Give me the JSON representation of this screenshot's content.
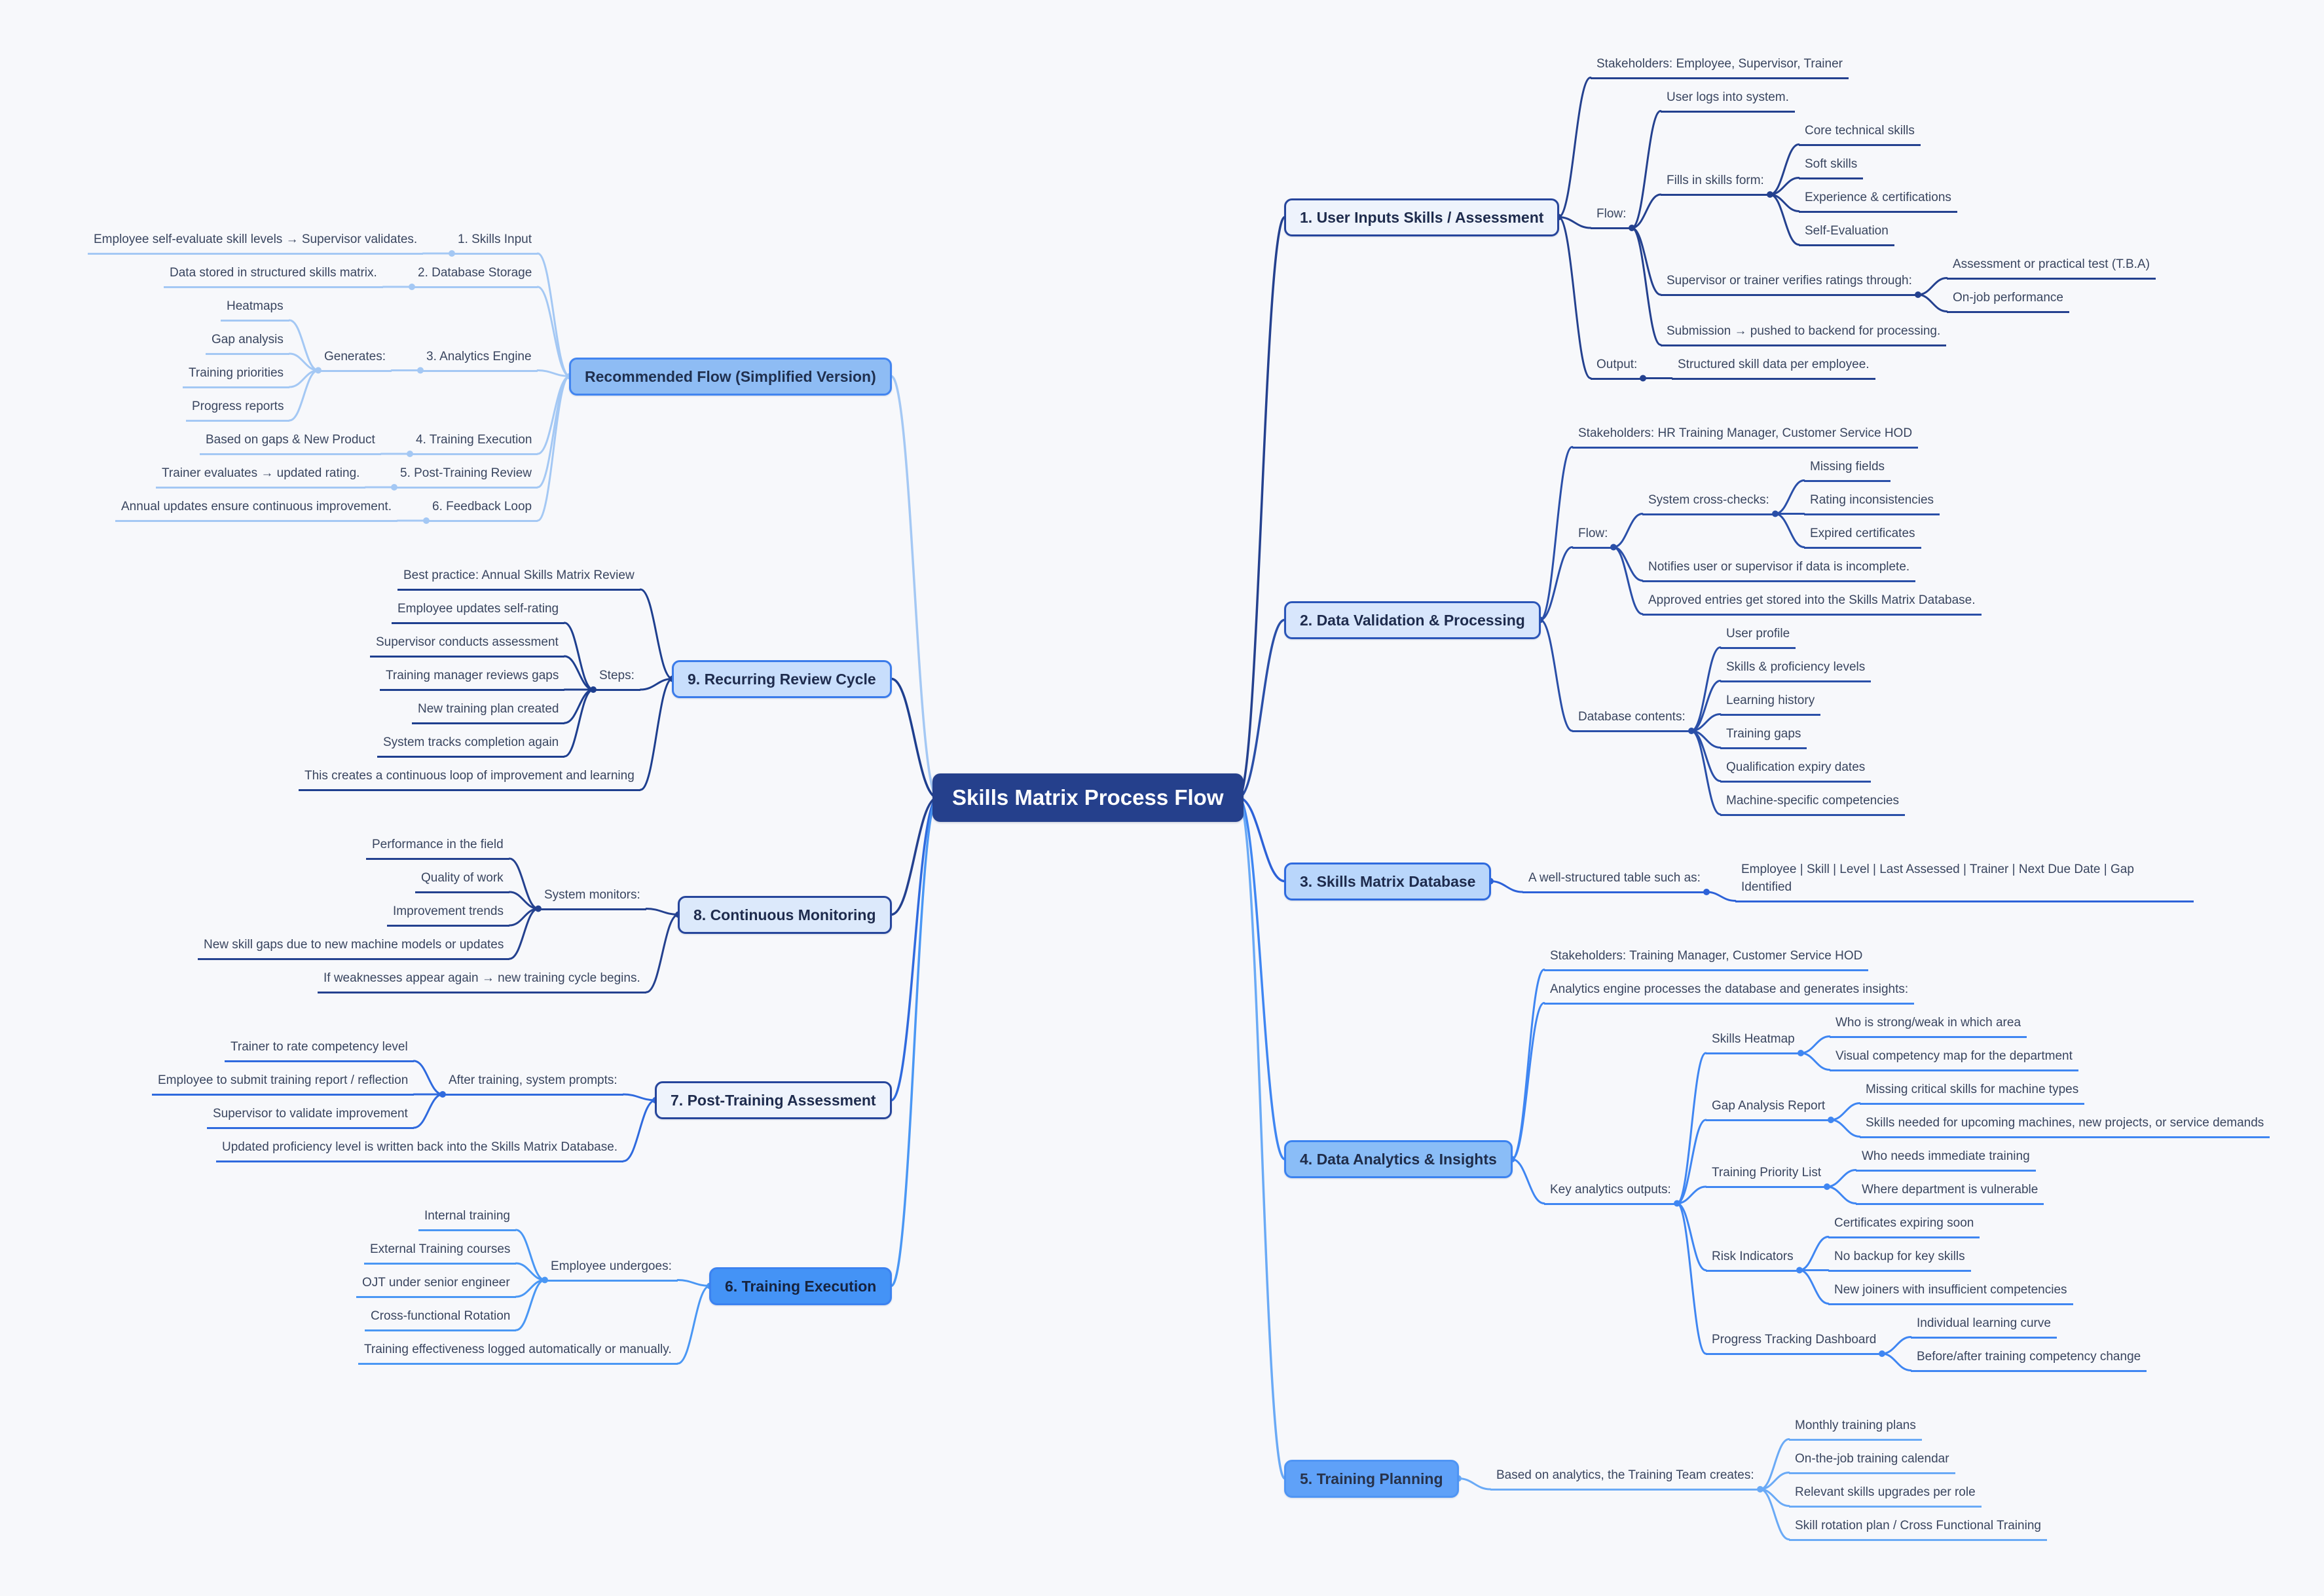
{
  "background_color": "#f7f8fb",
  "root": {
    "label": "Skills Matrix Process Flow",
    "fill": "#25408c",
    "text_color": "#ffffff"
  },
  "right_branches": [
    {
      "label": "1. User Inputs Skills / Assessment",
      "line_color": "#24418f",
      "box_fill": "#eef3fc",
      "box_border": "#26459b",
      "box_text": "#1e2b4d",
      "children": [
        {
          "label": "Stakeholders: Employee, Supervisor, Trainer"
        },
        {
          "label": "Flow:",
          "children": [
            {
              "label": "User logs into system."
            },
            {
              "label": "Fills in skills form:",
              "children": [
                {
                  "label": "Core technical skills"
                },
                {
                  "label": "Soft skills"
                },
                {
                  "label": "Experience & certifications"
                },
                {
                  "label": "Self-Evaluation"
                }
              ]
            },
            {
              "label": "Supervisor or trainer verifies ratings through:",
              "children": [
                {
                  "label": "Assessment or practical test (T.B.A)"
                },
                {
                  "label": "On-job performance"
                }
              ]
            },
            {
              "label": "Submission → pushed to backend for processing."
            }
          ]
        },
        {
          "label": "Output:",
          "children": [
            {
              "label": "Structured skill data per employee."
            }
          ]
        }
      ]
    },
    {
      "label": "2. Data Validation & Processing",
      "line_color": "#2a4fa8",
      "box_fill": "#d8e6fc",
      "box_border": "#2a55b8",
      "box_text": "#1e2b4d",
      "children": [
        {
          "label": "Stakeholders: HR Training Manager, Customer Service HOD"
        },
        {
          "label": "Flow:",
          "children": [
            {
              "label": "System cross-checks:",
              "children": [
                {
                  "label": "Missing fields"
                },
                {
                  "label": "Rating inconsistencies"
                },
                {
                  "label": "Expired certificates"
                }
              ]
            },
            {
              "label": "Notifies user or supervisor if data is incomplete."
            },
            {
              "label": "Approved entries get stored into the Skills Matrix Database."
            }
          ]
        },
        {
          "label": "Database contents:",
          "children": [
            {
              "label": "User profile"
            },
            {
              "label": "Skills & proficiency levels"
            },
            {
              "label": "Learning history"
            },
            {
              "label": "Training gaps"
            },
            {
              "label": "Qualification expiry dates"
            },
            {
              "label": "Machine-specific competencies"
            }
          ]
        }
      ]
    },
    {
      "label": "3. Skills Matrix Database",
      "line_color": "#2d62d8",
      "box_fill": "#b9d6fb",
      "box_border": "#2e6ade",
      "box_text": "#1e2b4d",
      "children": [
        {
          "label": "A well-structured table such as:",
          "children": [
            {
              "label": "Employee | Skill | Level | Last Assessed | Trainer | Next Due Date | Gap Identified"
            }
          ]
        }
      ]
    },
    {
      "label": "4. Data Analytics & Insights",
      "line_color": "#3f86f2",
      "box_fill": "#8abdf7",
      "box_border": "#3b82f0",
      "box_text": "#1f2c49",
      "children": [
        {
          "label": "Stakeholders: Training Manager, Customer Service HOD"
        },
        {
          "label": "Analytics engine processes the database and generates insights:"
        },
        {
          "label": "Key analytics outputs:",
          "children": [
            {
              "label": "Skills Heatmap",
              "children": [
                {
                  "label": "Who is strong/weak in which area"
                },
                {
                  "label": "Visual competency map for the department"
                }
              ]
            },
            {
              "label": "Gap Analysis Report",
              "children": [
                {
                  "label": "Missing critical skills for machine types"
                },
                {
                  "label": "Skills needed for upcoming machines, new projects, or service demands"
                }
              ]
            },
            {
              "label": "Training Priority List",
              "children": [
                {
                  "label": "Who needs immediate training"
                },
                {
                  "label": "Where department is vulnerable"
                }
              ]
            },
            {
              "label": "Risk Indicators",
              "children": [
                {
                  "label": "Certificates expiring soon"
                },
                {
                  "label": "No backup for key skills"
                },
                {
                  "label": "New joiners with insufficient competencies"
                }
              ]
            },
            {
              "label": "Progress Tracking Dashboard",
              "children": [
                {
                  "label": "Individual learning curve"
                },
                {
                  "label": "Before/after training competency change"
                }
              ]
            }
          ]
        }
      ]
    },
    {
      "label": "5. Training Planning",
      "line_color": "#6aaaf6",
      "box_fill": "#5fa1f8",
      "box_border": "#4f95f4",
      "box_text": "#27324a",
      "children": [
        {
          "label": "Based on analytics, the Training Team creates:",
          "children": [
            {
              "label": "Monthly training plans"
            },
            {
              "label": "On-the-job training calendar"
            },
            {
              "label": "Relevant skills upgrades per role"
            },
            {
              "label": "Skill rotation plan / Cross Functional Training"
            }
          ]
        }
      ]
    }
  ],
  "left_branches": [
    {
      "label": "Recommended Flow (Simplified Version)",
      "line_color": "#a4c8f4",
      "box_fill": "#8ebcf4",
      "box_border": "#4285f0",
      "box_text": "#20304f",
      "children": [
        {
          "label": "1. Skills Input",
          "children": [
            {
              "label": "Employee self-evaluate skill levels → Supervisor validates."
            }
          ]
        },
        {
          "label": "2. Database Storage",
          "children": [
            {
              "label": "Data stored in structured skills matrix."
            }
          ]
        },
        {
          "label": "3. Analytics Engine",
          "children": [
            {
              "label": "Generates:",
              "children": [
                {
                  "label": "Heatmaps"
                },
                {
                  "label": "Gap analysis"
                },
                {
                  "label": "Training priorities"
                },
                {
                  "label": "Progress reports"
                }
              ]
            }
          ]
        },
        {
          "label": "4. Training Execution",
          "children": [
            {
              "label": "Based on gaps & New Product"
            }
          ]
        },
        {
          "label": "5. Post-Training Review",
          "children": [
            {
              "label": "Trainer evaluates → updated rating."
            }
          ]
        },
        {
          "label": "6. Feedback Loop",
          "children": [
            {
              "label": "Annual updates ensure continuous improvement."
            }
          ]
        }
      ]
    },
    {
      "label": "9. Recurring Review Cycle",
      "line_color": "#1e3f8f",
      "box_fill": "#c8defc",
      "box_border": "#3a7bea",
      "box_text": "#1e2b4d",
      "children": [
        {
          "label": "Best practice: Annual Skills Matrix Review"
        },
        {
          "label": "Steps:",
          "children": [
            {
              "label": "Employee updates self-rating"
            },
            {
              "label": "Supervisor conducts assessment"
            },
            {
              "label": "Training manager reviews gaps"
            },
            {
              "label": "New training plan created"
            },
            {
              "label": "System tracks completion again"
            }
          ]
        },
        {
          "label": "This creates a continuous loop of improvement and learning"
        }
      ]
    },
    {
      "label": "8. Continuous Monitoring",
      "line_color": "#24418f",
      "box_fill": "#dce9fb",
      "box_border": "#26459b",
      "box_text": "#1e2b4d",
      "children": [
        {
          "label": "System monitors:",
          "children": [
            {
              "label": "Performance in the field"
            },
            {
              "label": "Quality of work"
            },
            {
              "label": "Improvement trends"
            },
            {
              "label": "New skill gaps due to new machine models or updates"
            }
          ]
        },
        {
          "label": "If weaknesses appear again → new training cycle begins."
        }
      ]
    },
    {
      "label": "7. Post-Training Assessment",
      "line_color": "#2f6ade",
      "box_fill": "#eef3fc",
      "box_border": "#26459b",
      "box_text": "#1e2b4d",
      "children": [
        {
          "label": "After training, system prompts:",
          "children": [
            {
              "label": "Trainer to rate competency level"
            },
            {
              "label": "Employee to submit training report / reflection"
            },
            {
              "label": "Supervisor to validate improvement"
            }
          ]
        },
        {
          "label": "Updated proficiency level is written back into the Skills Matrix Database."
        }
      ]
    },
    {
      "label": "6. Training Execution",
      "line_color": "#4a97f4",
      "box_fill": "#4493f6",
      "box_border": "#3b82f0",
      "box_text": "#16233f",
      "children": [
        {
          "label": "Employee undergoes:",
          "children": [
            {
              "label": "Internal training"
            },
            {
              "label": "External Training courses"
            },
            {
              "label": "OJT under senior engineer"
            },
            {
              "label": "Cross-functional Rotation"
            }
          ]
        },
        {
          "label": "Training effectiveness logged automatically or manually."
        }
      ]
    }
  ]
}
